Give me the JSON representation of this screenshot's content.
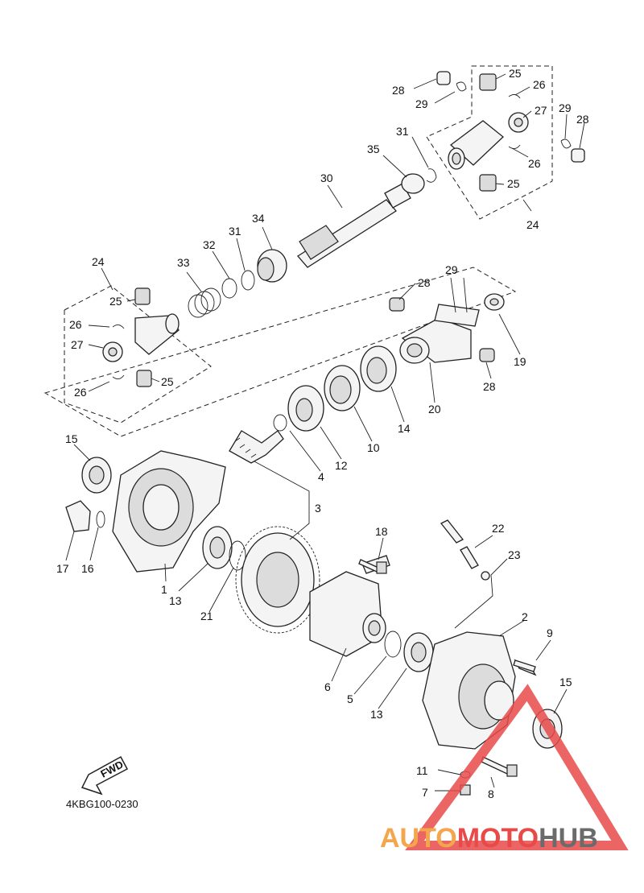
{
  "diagram": {
    "drawing_code": "4KBG100-0230",
    "fwd_label": "FWD",
    "watermark": {
      "text_auto": "AUTO",
      "text_moto": "MOTO",
      "text_hub": "HUB",
      "color_orange": "#f3a64b",
      "color_red": "#e84a4a",
      "color_gray": "#6b6b6b"
    },
    "callouts": [
      {
        "id": "c28a",
        "label": "28"
      },
      {
        "id": "c29a",
        "label": "29"
      },
      {
        "id": "c25a",
        "label": "25"
      },
      {
        "id": "c26a",
        "label": "26"
      },
      {
        "id": "c27a",
        "label": "27"
      },
      {
        "id": "c29b",
        "label": "29"
      },
      {
        "id": "c28b",
        "label": "28"
      },
      {
        "id": "c31a",
        "label": "31"
      },
      {
        "id": "c35",
        "label": "35"
      },
      {
        "id": "c26b",
        "label": "26"
      },
      {
        "id": "c25b",
        "label": "25"
      },
      {
        "id": "c24a",
        "label": "24"
      },
      {
        "id": "c30",
        "label": "30"
      },
      {
        "id": "c34",
        "label": "34"
      },
      {
        "id": "c31b",
        "label": "31"
      },
      {
        "id": "c32",
        "label": "32"
      },
      {
        "id": "c33",
        "label": "33"
      },
      {
        "id": "c24b",
        "label": "24"
      },
      {
        "id": "c25c",
        "label": "25"
      },
      {
        "id": "c26c",
        "label": "26"
      },
      {
        "id": "c27b",
        "label": "27"
      },
      {
        "id": "c26d",
        "label": "26"
      },
      {
        "id": "c25d",
        "label": "25"
      },
      {
        "id": "c29c",
        "label": "29"
      },
      {
        "id": "c28c",
        "label": "28"
      },
      {
        "id": "c19",
        "label": "19"
      },
      {
        "id": "c28d",
        "label": "28"
      },
      {
        "id": "c20",
        "label": "20"
      },
      {
        "id": "c14",
        "label": "14"
      },
      {
        "id": "c10",
        "label": "10"
      },
      {
        "id": "c12",
        "label": "12"
      },
      {
        "id": "c4",
        "label": "4"
      },
      {
        "id": "c3",
        "label": "3"
      },
      {
        "id": "c15a",
        "label": "15"
      },
      {
        "id": "c17",
        "label": "17"
      },
      {
        "id": "c16",
        "label": "16"
      },
      {
        "id": "c1",
        "label": "1"
      },
      {
        "id": "c13a",
        "label": "13"
      },
      {
        "id": "c21",
        "label": "21"
      },
      {
        "id": "c18",
        "label": "18"
      },
      {
        "id": "c22",
        "label": "22"
      },
      {
        "id": "c23",
        "label": "23"
      },
      {
        "id": "c2",
        "label": "2"
      },
      {
        "id": "c9",
        "label": "9"
      },
      {
        "id": "c15b",
        "label": "15"
      },
      {
        "id": "c6",
        "label": "6"
      },
      {
        "id": "c5",
        "label": "5"
      },
      {
        "id": "c13b",
        "label": "13"
      },
      {
        "id": "c11",
        "label": "11"
      },
      {
        "id": "c7",
        "label": "7"
      },
      {
        "id": "c8",
        "label": "8"
      }
    ]
  }
}
